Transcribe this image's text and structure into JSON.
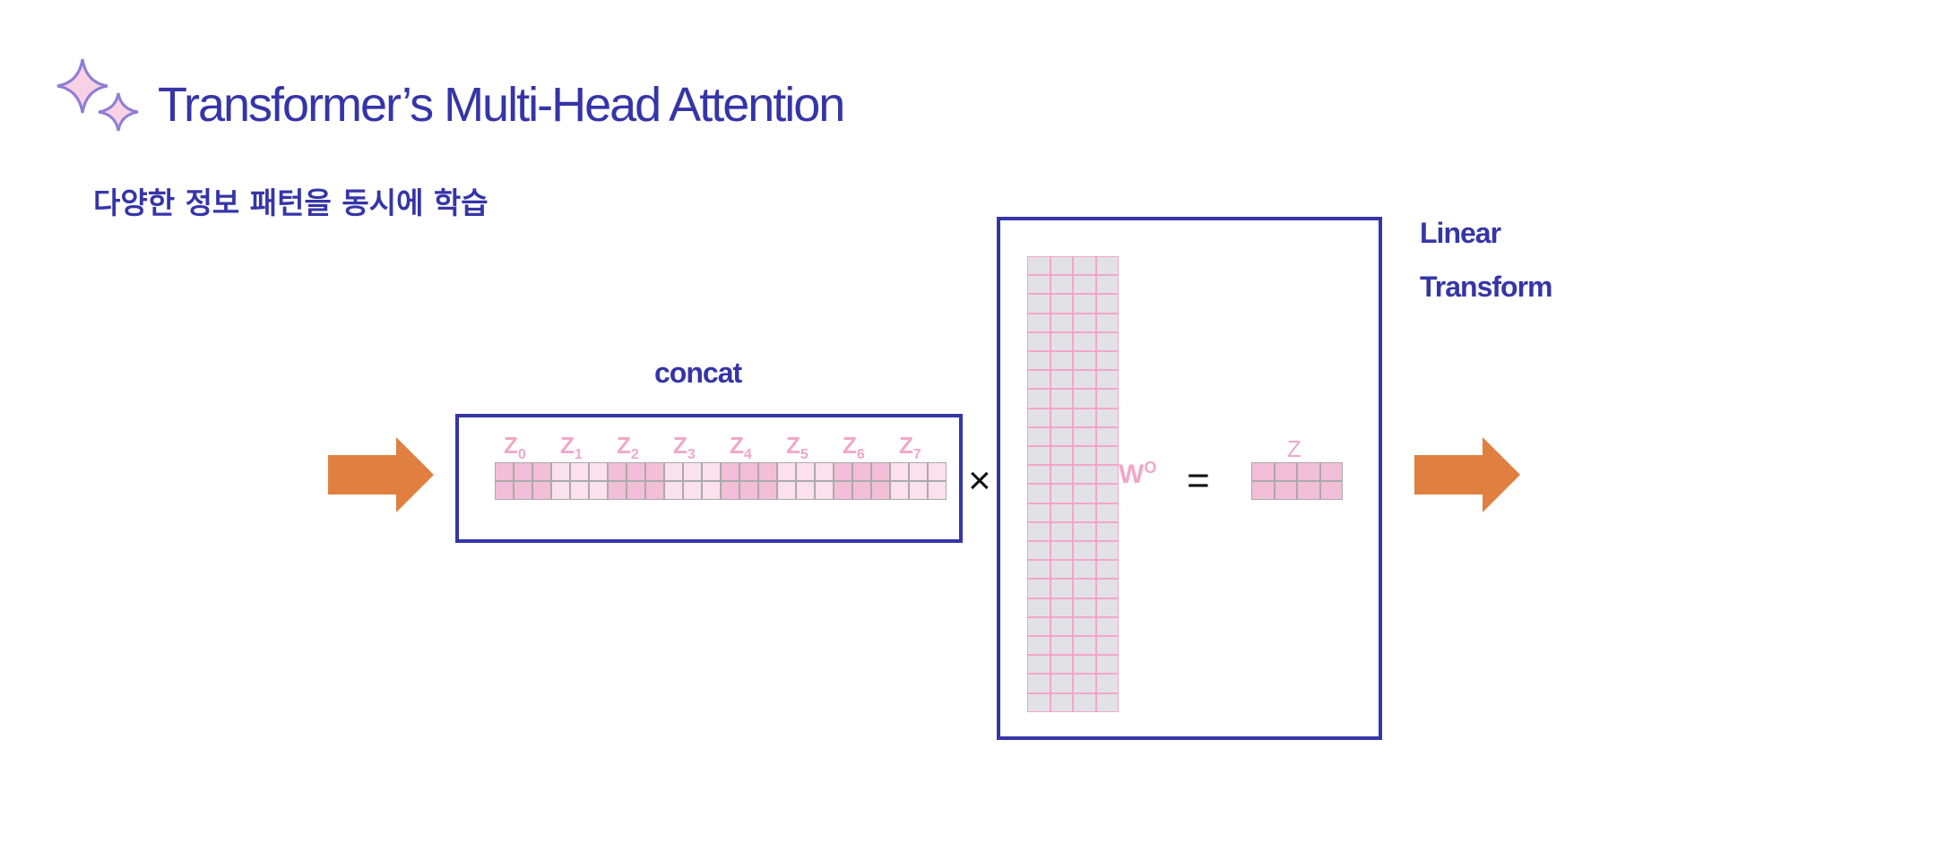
{
  "header": {
    "title": "Transformer’s  Multi-Head Attention",
    "subtitle": "다양한 정보 패턴을 동시에 학습"
  },
  "diagram": {
    "concat_label": "concat",
    "linear_label_line1": "Linear",
    "linear_label_line2": "Transform",
    "multiply_symbol": "×",
    "equals_symbol": "=",
    "weight_label": "W",
    "weight_superscript": "O",
    "output_label": "Z",
    "z_labels": [
      {
        "base": "Z",
        "sub": "0"
      },
      {
        "base": "Z",
        "sub": "1"
      },
      {
        "base": "Z",
        "sub": "2"
      },
      {
        "base": "Z",
        "sub": "3"
      },
      {
        "base": "Z",
        "sub": "4"
      },
      {
        "base": "Z",
        "sub": "5"
      },
      {
        "base": "Z",
        "sub": "6"
      },
      {
        "base": "Z",
        "sub": "7"
      }
    ]
  },
  "colors": {
    "accent": "#3535a8",
    "arrow": "#e08040",
    "cell_dark": "#f2bed8",
    "cell_light": "#fbe0ee",
    "label_pink": "#f0a8c8"
  }
}
